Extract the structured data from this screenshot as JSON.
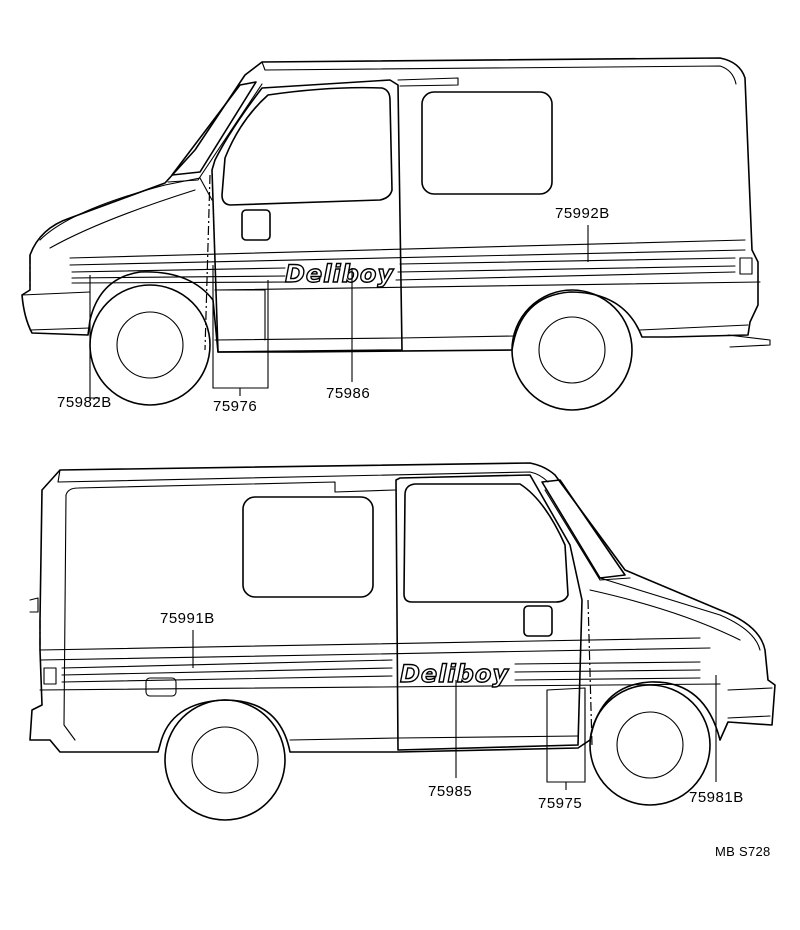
{
  "parts": {
    "top": {
      "p75992B": "75992B",
      "p75982B": "75982B",
      "p75976": "75976",
      "p75986": "75986",
      "logo": "Deliboy"
    },
    "bottom": {
      "p75991B": "75991B",
      "p75985": "75985",
      "p75975": "75975",
      "p75981B": "75981B",
      "logo": "Deliboy"
    }
  },
  "diagram_code": "MB S728"
}
